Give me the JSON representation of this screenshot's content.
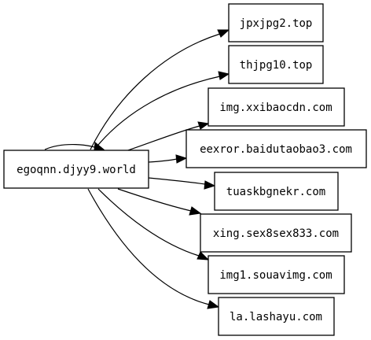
{
  "graph": {
    "source": "egoqnn.djyy9.world",
    "targets": [
      "jpxjpg2.top",
      "thjpg10.top",
      "img.xxibaocdn.com",
      "eexror.baidutaobao3.com",
      "tuaskbgnekr.com",
      "xing.sex8sex833.com",
      "img1.souavimg.com",
      "la.lashayu.com"
    ]
  }
}
